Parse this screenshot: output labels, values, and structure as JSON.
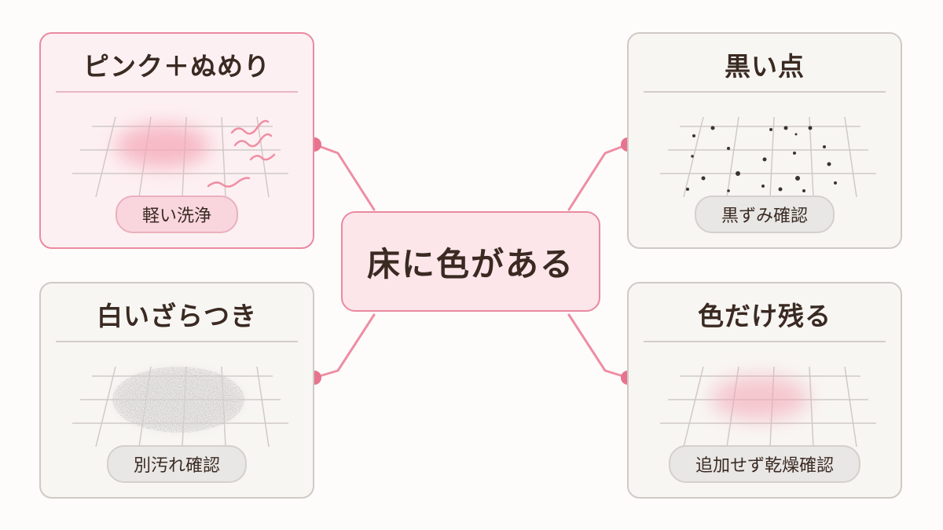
{
  "center": {
    "label": "床に色がある"
  },
  "branches": [
    {
      "id": "pink",
      "title": "ピンク＋ぬめり",
      "action": "軽い洗浄",
      "illustration": "pink-slime-stain"
    },
    {
      "id": "black",
      "title": "黒い点",
      "action": "黒ずみ確認",
      "illustration": "black-dots-stain"
    },
    {
      "id": "white",
      "title": "白いざらつき",
      "action": "別汚れ確認",
      "illustration": "white-rough-stain"
    },
    {
      "id": "color",
      "title": "色だけ残る",
      "action": "追加せず乾燥確認",
      "illustration": "faint-color-stain"
    }
  ],
  "colors": {
    "accent": "#e98aa0",
    "connector": "#ee8ea3",
    "dot": "#e8738f",
    "pink_card_bg": "#fdf0f2",
    "gray_card_bg": "#f8f6f3",
    "text": "#3a2a22"
  }
}
